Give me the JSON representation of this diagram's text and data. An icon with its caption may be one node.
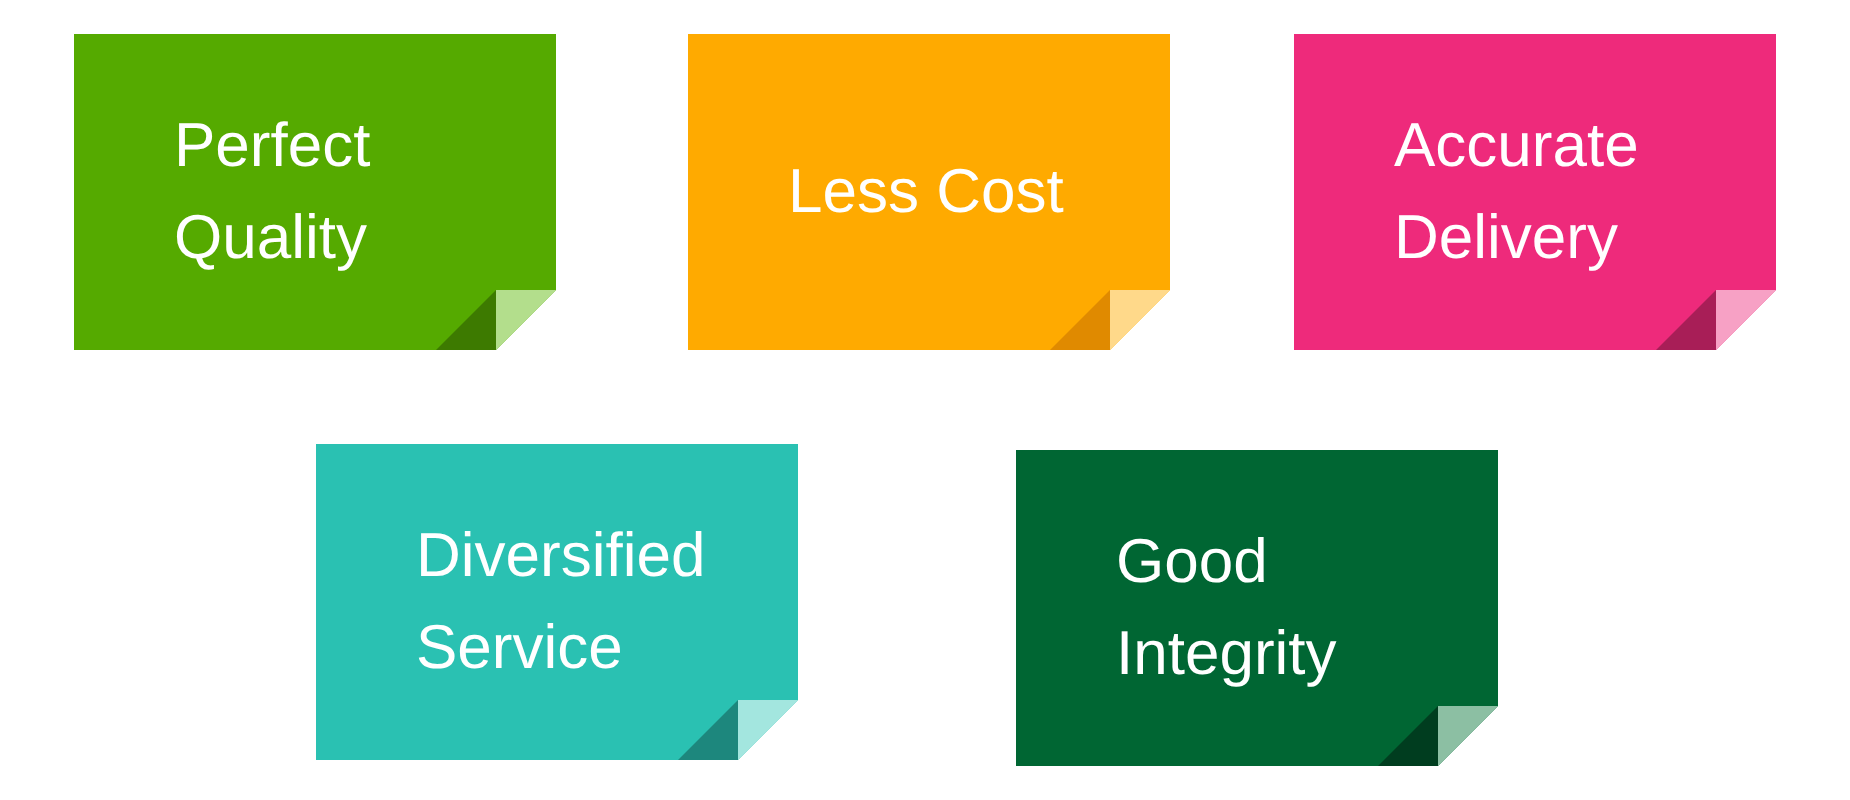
{
  "diagram": {
    "nodes": [
      {
        "text": [
          "Perfect Quality"
        ]
      },
      {
        "text": [
          "Less Cost"
        ]
      },
      {
        "text": [
          "Accurate Delivery"
        ]
      },
      {
        "text": [
          "Diversified Service"
        ]
      },
      {
        "text": [
          "Good Integrity"
        ]
      }
    ]
  }
}
